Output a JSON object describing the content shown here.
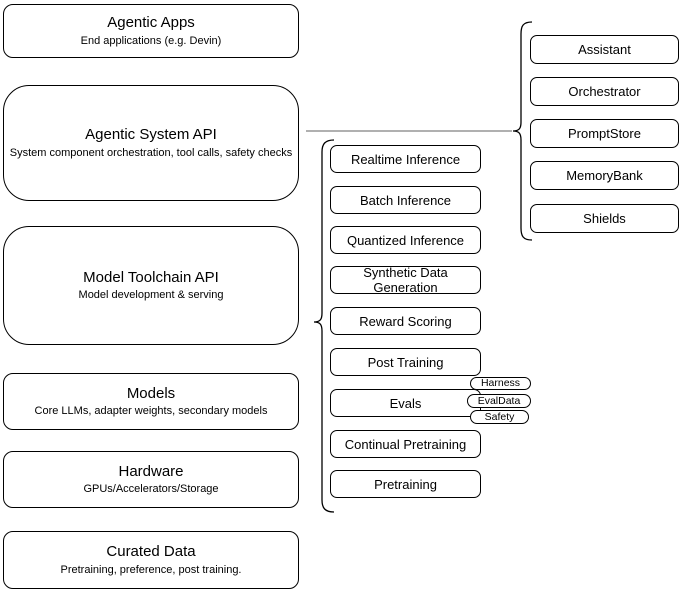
{
  "diagram": {
    "left_stack": [
      {
        "title": "Agentic Apps",
        "subtitle": "End applications (e.g. Devin)"
      },
      {
        "title": "Agentic System API",
        "subtitle": "System component orchestration, tool calls, safety checks"
      },
      {
        "title": "Model Toolchain API",
        "subtitle": "Model development & serving"
      },
      {
        "title": "Models",
        "subtitle": "Core LLMs, adapter weights, secondary models"
      },
      {
        "title": "Hardware",
        "subtitle": "GPUs/Accelerators/Storage"
      },
      {
        "title": "Curated Data",
        "subtitle": "Pretraining, preference, post training."
      }
    ],
    "toolchain_items": [
      "Realtime Inference",
      "Batch Inference",
      "Quantized Inference",
      "Synthetic Data Generation",
      "Reward Scoring",
      "Post Training",
      "Evals",
      "Continual Pretraining",
      "Pretraining"
    ],
    "evals_tags": [
      "Harness",
      "EvalData",
      "Safety"
    ],
    "components": [
      "Assistant",
      "Orchestrator",
      "PromptStore",
      "MemoryBank",
      "Shields"
    ],
    "colors": {
      "box_border": "#000000",
      "box_fill": "#ffffff",
      "connector_line": "#808080",
      "text": "#000000"
    }
  }
}
